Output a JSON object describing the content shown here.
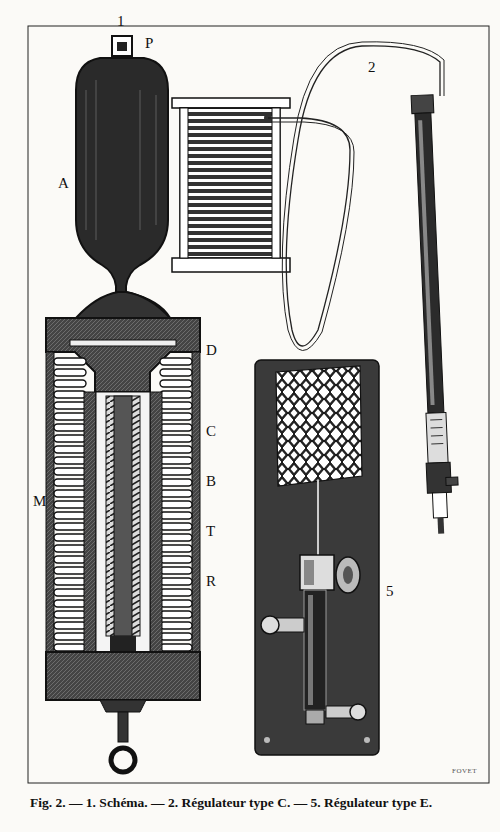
{
  "diagram": {
    "caption": "Fig. 2. — 1. Schéma. — 2. Régulateur type C. — 5. Régulateur type E.",
    "labels": [
      "1",
      "P",
      "A",
      "D",
      "C",
      "B",
      "T",
      "M",
      "R",
      "2",
      "5",
      "FOVET"
    ]
  }
}
